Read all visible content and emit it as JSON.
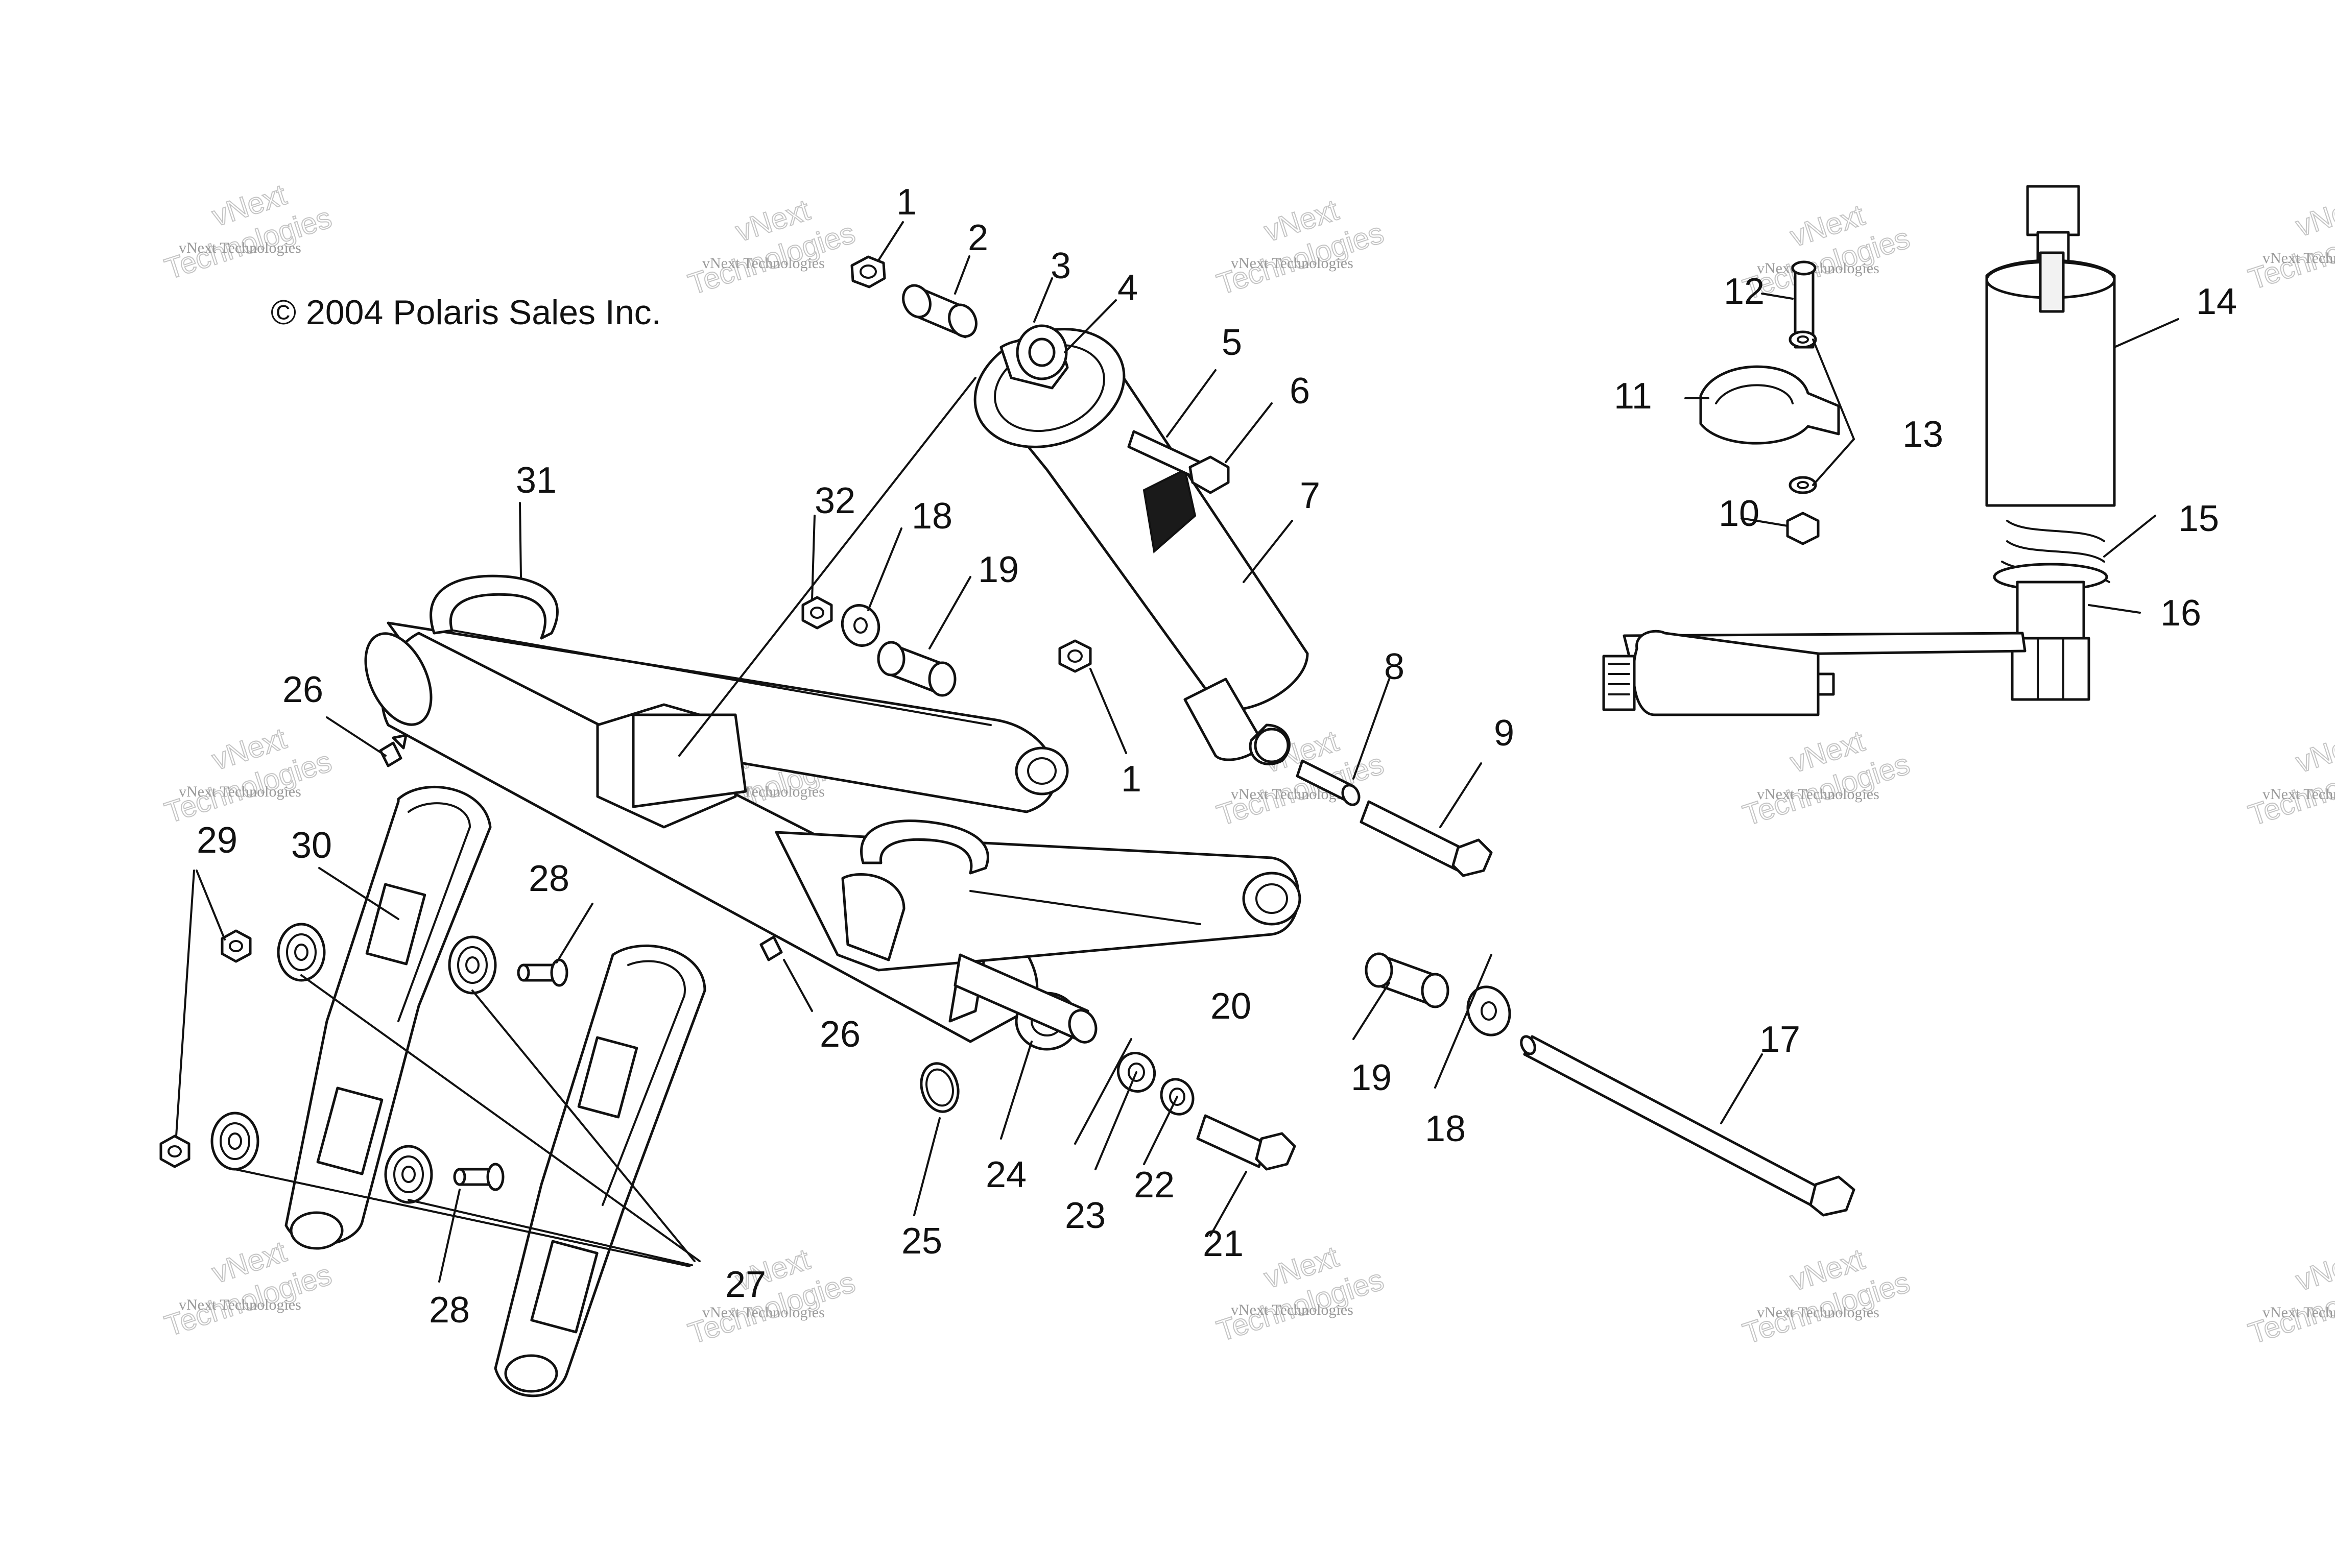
{
  "copyright": "© 2004 Polaris Sales Inc.",
  "watermark": {
    "line1": "vNext Technologies",
    "line2a": "vNext",
    "line2b": "Technologies"
  },
  "callouts": [
    "1",
    "2",
    "3",
    "4",
    "5",
    "6",
    "7",
    "8",
    "9",
    "10",
    "11",
    "12",
    "13",
    "14",
    "15",
    "16",
    "17",
    "18",
    "19",
    "20",
    "21",
    "22",
    "23",
    "24",
    "25",
    "26",
    "27",
    "28",
    "29",
    "30",
    "31",
    "32"
  ],
  "colors": {
    "line": "#111111",
    "watermark": "#9a9a9a",
    "background": "#ffffff"
  }
}
